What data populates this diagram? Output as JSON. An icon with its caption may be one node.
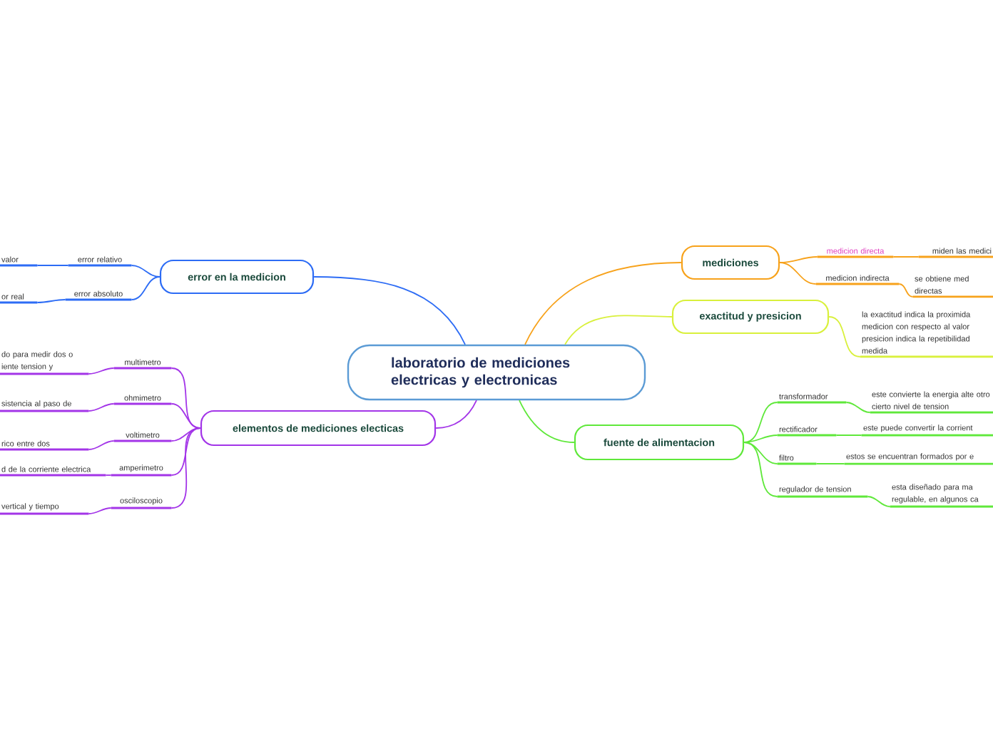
{
  "diagram": {
    "nodes": [
      {
        "text": [
          "laboratorio de mediciones electricas y electronicas"
        ]
      },
      {
        "text": [
          "error en la medicion"
        ]
      },
      {
        "text": [
          "error relativo"
        ]
      },
      {
        "text": [
          "valor"
        ]
      },
      {
        "text": [
          "error absoluto"
        ]
      },
      {
        "text": [
          "or real"
        ]
      },
      {
        "text": [
          "elementos de mediciones electicas"
        ]
      },
      {
        "text": [
          "multimetro"
        ]
      },
      {
        "text": [
          "do para medir dos o iente tension y"
        ]
      },
      {
        "text": [
          "ohmimetro"
        ]
      },
      {
        "text": [
          "sistencia al paso de"
        ]
      },
      {
        "text": [
          "voltimetro"
        ]
      },
      {
        "text": [
          "rico entre dos"
        ]
      },
      {
        "text": [
          "amperimetro"
        ]
      },
      {
        "text": [
          "d de la corriente electrica"
        ]
      },
      {
        "text": [
          "osciloscopio"
        ]
      },
      {
        "text": [
          "vertical y tiempo"
        ]
      },
      {
        "text": [
          "mediciones"
        ]
      },
      {
        "text": [
          "medicion directa"
        ]
      },
      {
        "text": [
          "miden las medici"
        ]
      },
      {
        "text": [
          "medicion indirecta"
        ]
      },
      {
        "text": [
          "se obtiene med directas"
        ]
      },
      {
        "text": [
          "exactitud y presicion"
        ]
      },
      {
        "text": [
          "la exactitud indica la proximida medicion con respecto al valor presicion indica la repetibilidad medida"
        ]
      },
      {
        "text": [
          "fuente de alimentacion"
        ]
      },
      {
        "text": [
          "transformador"
        ]
      },
      {
        "text": [
          "este convierte la energia alte otro cierto nivel de tension"
        ]
      },
      {
        "text": [
          "rectificador"
        ]
      },
      {
        "text": [
          "este puede convertir la corrient"
        ]
      },
      {
        "text": [
          "filtro"
        ]
      },
      {
        "text": [
          "estos se encuentran formados por e"
        ]
      },
      {
        "text": [
          "regulador de tension"
        ]
      },
      {
        "text": [
          "esta diseñado para ma regulable, en algunos ca"
        ]
      }
    ],
    "edges": [
      {
        "from": 0,
        "to": 1,
        "arrow": "none",
        "color": "#2d6cf5"
      },
      {
        "from": 1,
        "to": 2,
        "arrow": "none",
        "color": "#2d6cf5"
      },
      {
        "from": 2,
        "to": 3,
        "arrow": "none",
        "color": "#2d6cf5"
      },
      {
        "from": 1,
        "to": 4,
        "arrow": "none",
        "color": "#2d6cf5"
      },
      {
        "from": 4,
        "to": 5,
        "arrow": "none",
        "color": "#2d6cf5"
      },
      {
        "from": 0,
        "to": 6,
        "arrow": "none",
        "color": "#a335e8"
      },
      {
        "from": 6,
        "to": 7,
        "arrow": "none",
        "color": "#a335e8"
      },
      {
        "from": 7,
        "to": 8,
        "arrow": "none",
        "color": "#a335e8"
      },
      {
        "from": 6,
        "to": 9,
        "arrow": "none",
        "color": "#a335e8"
      },
      {
        "from": 9,
        "to": 10,
        "arrow": "none",
        "color": "#a335e8"
      },
      {
        "from": 6,
        "to": 11,
        "arrow": "none",
        "color": "#a335e8"
      },
      {
        "from": 11,
        "to": 12,
        "arrow": "none",
        "color": "#a335e8"
      },
      {
        "from": 6,
        "to": 13,
        "arrow": "none",
        "color": "#a335e8"
      },
      {
        "from": 13,
        "to": 14,
        "arrow": "none",
        "color": "#a335e8"
      },
      {
        "from": 6,
        "to": 15,
        "arrow": "none",
        "color": "#a335e8"
      },
      {
        "from": 15,
        "to": 16,
        "arrow": "none",
        "color": "#a335e8"
      },
      {
        "from": 0,
        "to": 17,
        "arrow": "none",
        "color": "#f7a21b"
      },
      {
        "from": 17,
        "to": 18,
        "arrow": "none",
        "color": "#f7a21b"
      },
      {
        "from": 18,
        "to": 19,
        "arrow": "none",
        "color": "#f7a21b"
      },
      {
        "from": 17,
        "to": 20,
        "arrow": "none",
        "color": "#f7a21b"
      },
      {
        "from": 20,
        "to": 21,
        "arrow": "none",
        "color": "#f7a21b"
      },
      {
        "from": 0,
        "to": 22,
        "arrow": "none",
        "color": "#d9f03c"
      },
      {
        "from": 22,
        "to": 23,
        "arrow": "none",
        "color": "#d9f03c"
      },
      {
        "from": 0,
        "to": 24,
        "arrow": "none",
        "color": "#5fe83a"
      },
      {
        "from": 24,
        "to": 25,
        "arrow": "none",
        "color": "#5fe83a"
      },
      {
        "from": 25,
        "to": 26,
        "arrow": "none",
        "color": "#5fe83a"
      },
      {
        "from": 24,
        "to": 27,
        "arrow": "none",
        "color": "#5fe83a"
      },
      {
        "from": 27,
        "to": 28,
        "arrow": "none",
        "color": "#5fe83a"
      },
      {
        "from": 24,
        "to": 29,
        "arrow": "none",
        "color": "#5fe83a"
      },
      {
        "from": 29,
        "to": 30,
        "arrow": "none",
        "color": "#5fe83a"
      },
      {
        "from": 24,
        "to": 31,
        "arrow": "none",
        "color": "#5fe83a"
      },
      {
        "from": 31,
        "to": 32,
        "arrow": "none",
        "color": "#5fe83a"
      }
    ]
  }
}
